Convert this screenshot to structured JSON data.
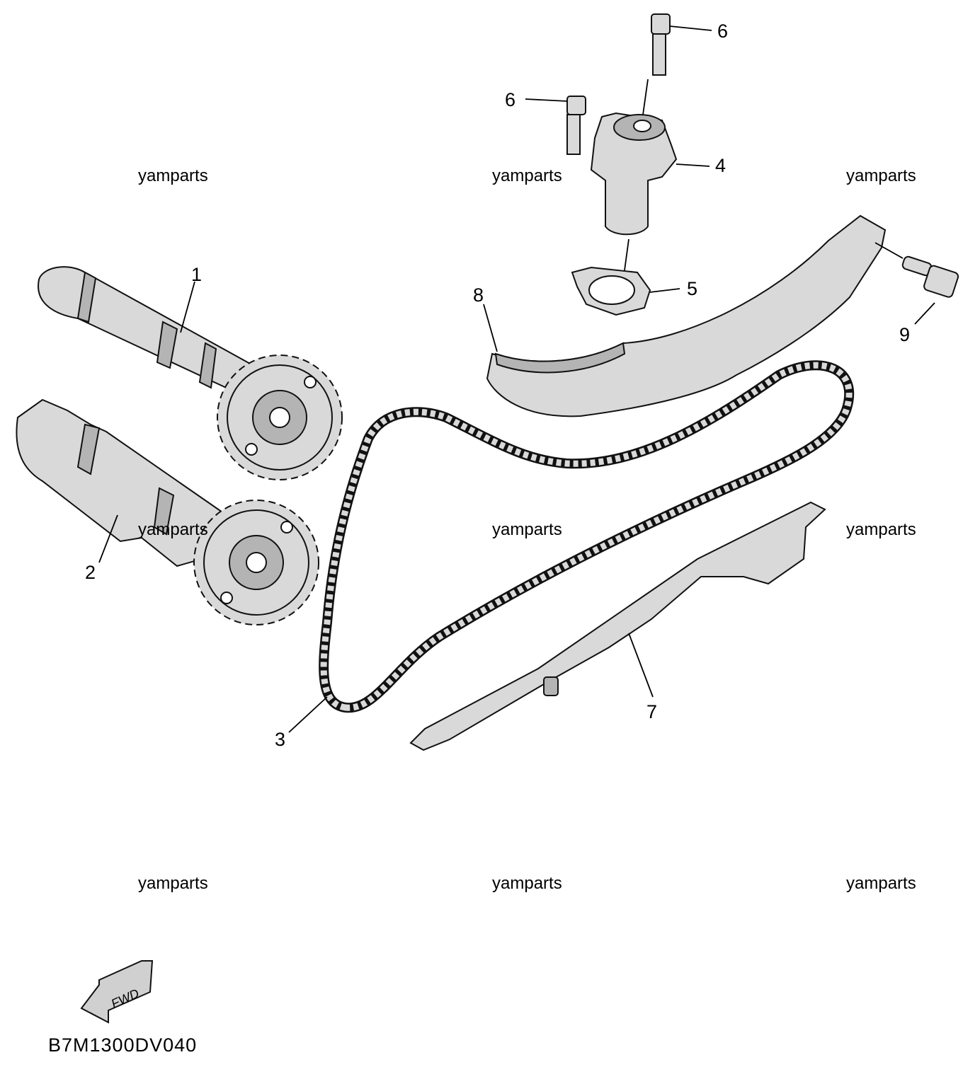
{
  "callouts": {
    "c1": "1",
    "c2": "2",
    "c3": "3",
    "c4": "4",
    "c5": "5",
    "c6a": "6",
    "c6b": "6",
    "c7": "7",
    "c8": "8",
    "c9": "9"
  },
  "watermarks": [
    "yamparts",
    "yamparts",
    "yamparts",
    "yamparts",
    "yamparts",
    "yamparts",
    "yamparts",
    "yamparts",
    "yamparts"
  ],
  "fwd_label": "FWD",
  "diagram_code": "B7M1300DV040"
}
